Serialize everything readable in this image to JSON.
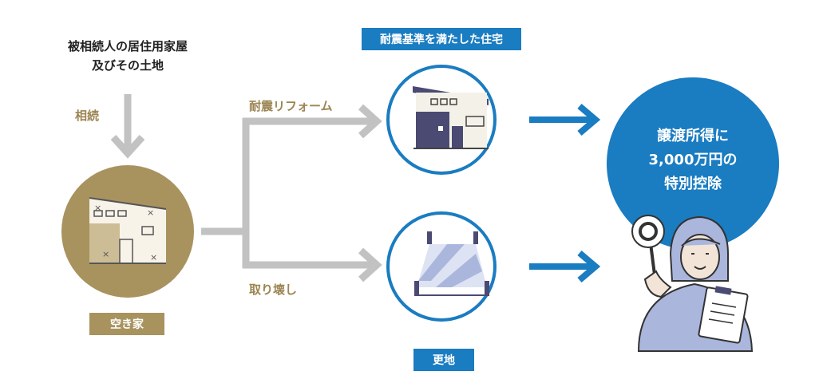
{
  "source": {
    "line1": "被相続人の居住用家屋",
    "line2": "及びその土地"
  },
  "inherit_label": "相続",
  "vacant_house_label": "空き家",
  "branch_top_label": "耐震リフォーム",
  "branch_bottom_label": "取り壊し",
  "top_result_label": "耐震基準を満たした住宅",
  "bottom_result_label": "更地",
  "deduction": {
    "line1": "譲渡所得に",
    "line2": "3,000万円の",
    "line3": "特別控除"
  },
  "colors": {
    "gold": "#a8935f",
    "gold_text": "#9c8553",
    "gray_arrow": "#c2c2c2",
    "blue": "#1a7cc1",
    "navy": "#4a4a72",
    "light_blue": "#aab6dc"
  }
}
